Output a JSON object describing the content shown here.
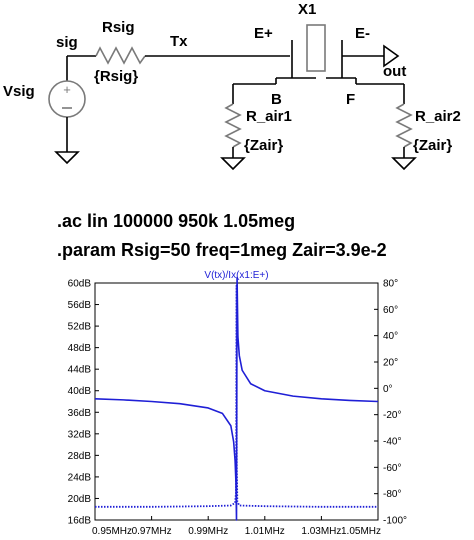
{
  "schematic": {
    "source_name": "Vsig",
    "net_sig": "sig",
    "resistor_name": "Rsig",
    "resistor_value": "{Rsig}",
    "net_tx": "Tx",
    "net_e_plus": "E+",
    "component_name": "X1",
    "net_e_minus": "E-",
    "net_out": "out",
    "pin_b": "B",
    "pin_f": "F",
    "r_air1_name": "R_air1",
    "r_air1_value": "{Zair}",
    "r_air2_name": "R_air2",
    "r_air2_value": "{Zair}"
  },
  "directives": {
    "ac": ".ac lin 100000 950k 1.05meg",
    "param": ".param Rsig=50 freq=1meg Zair=3.9e-2"
  },
  "chart_data": {
    "type": "line",
    "title": "V(tx)/Ix(x1:E+)",
    "x_tick_labels": [
      "0.95MHz",
      "0.97MHz",
      "0.99MHz",
      "1.01MHz",
      "1.03MHz",
      "1.05MHz"
    ],
    "y_left_tick_labels": [
      "16dB",
      "20dB",
      "24dB",
      "28dB",
      "32dB",
      "36dB",
      "40dB",
      "44dB",
      "48dB",
      "52dB",
      "56dB",
      "60dB"
    ],
    "y_right_tick_labels": [
      "-100°",
      "-80°",
      "-60°",
      "-40°",
      "-20°",
      "0°",
      "20°",
      "40°",
      "60°",
      "80°"
    ],
    "xlim_mhz": [
      0.95,
      1.05
    ],
    "ylim_left_db": [
      16,
      60
    ],
    "ylim_right_deg": [
      -100,
      80
    ],
    "grid": false,
    "line_color": "#1f1fd6",
    "series": [
      {
        "axis": "left",
        "style": "solid",
        "x": [
          0.95,
          0.96,
          0.97,
          0.98,
          0.99,
          0.995,
          0.998,
          0.999,
          0.9995,
          0.9998,
          1.0,
          1.0002,
          1.0005,
          1.001,
          1.002,
          1.005,
          1.01,
          1.02,
          1.03,
          1.04,
          1.05
        ],
        "y": [
          38.5,
          38.3,
          38.0,
          37.6,
          36.8,
          35.8,
          33.5,
          30.5,
          27.0,
          23.0,
          16.0,
          61.0,
          50.0,
          46.5,
          43.8,
          41.3,
          40.0,
          39.0,
          38.5,
          38.2,
          38.0
        ]
      },
      {
        "axis": "right",
        "style": "dotted",
        "x": [
          0.95,
          0.97,
          0.99,
          0.998,
          0.9995,
          0.9998,
          0.9999,
          0.99995,
          1.0,
          1.00003,
          1.0001,
          1.0003,
          1.001,
          1.01,
          1.03,
          1.05
        ],
        "y": [
          -90,
          -90,
          -89.5,
          -89.0,
          -87.0,
          -80.0,
          -40.0,
          20.0,
          78.0,
          20.0,
          -60.0,
          -86.0,
          -89.0,
          -89.5,
          -90,
          -90
        ]
      }
    ]
  }
}
